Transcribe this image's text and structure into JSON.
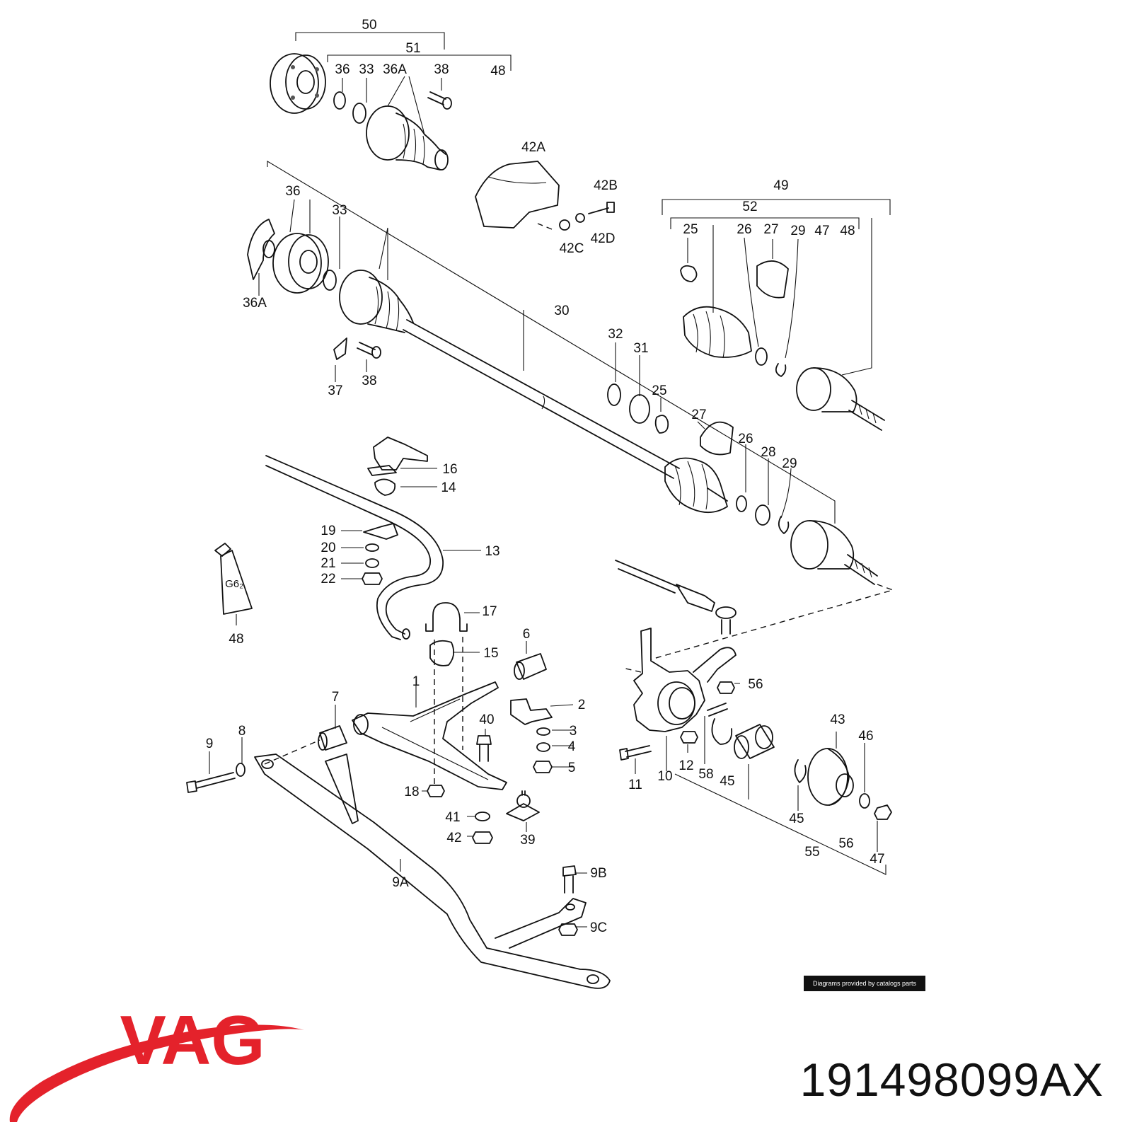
{
  "diagram": {
    "labels": [
      {
        "id": "50",
        "text": "50"
      },
      {
        "id": "51",
        "text": "51"
      },
      {
        "id": "36t",
        "text": "36"
      },
      {
        "id": "33t",
        "text": "33"
      },
      {
        "id": "36At",
        "text": "36A"
      },
      {
        "id": "38t",
        "text": "38"
      },
      {
        "id": "48t",
        "text": "48"
      },
      {
        "id": "42A",
        "text": "42A"
      },
      {
        "id": "42B",
        "text": "42B"
      },
      {
        "id": "42C",
        "text": "42C"
      },
      {
        "id": "42D",
        "text": "42D"
      },
      {
        "id": "36m",
        "text": "36"
      },
      {
        "id": "33m",
        "text": "33"
      },
      {
        "id": "36Am",
        "text": "36A"
      },
      {
        "id": "37",
        "text": "37"
      },
      {
        "id": "38m",
        "text": "38"
      },
      {
        "id": "30",
        "text": "30"
      },
      {
        "id": "32",
        "text": "32"
      },
      {
        "id": "31",
        "text": "31"
      },
      {
        "id": "25m",
        "text": "25"
      },
      {
        "id": "27m",
        "text": "27"
      },
      {
        "id": "26m",
        "text": "26"
      },
      {
        "id": "28m",
        "text": "28"
      },
      {
        "id": "29m",
        "text": "29"
      },
      {
        "id": "49",
        "text": "49"
      },
      {
        "id": "52",
        "text": "52"
      },
      {
        "id": "25r",
        "text": "25"
      },
      {
        "id": "26r",
        "text": "26"
      },
      {
        "id": "27r",
        "text": "27"
      },
      {
        "id": "29r",
        "text": "29"
      },
      {
        "id": "47r",
        "text": "47"
      },
      {
        "id": "48r",
        "text": "48"
      },
      {
        "id": "16",
        "text": "16"
      },
      {
        "id": "14",
        "text": "14"
      },
      {
        "id": "13",
        "text": "13"
      },
      {
        "id": "19",
        "text": "19"
      },
      {
        "id": "20",
        "text": "20"
      },
      {
        "id": "21",
        "text": "21"
      },
      {
        "id": "22",
        "text": "22"
      },
      {
        "id": "48l",
        "text": "48"
      },
      {
        "id": "17",
        "text": "17"
      },
      {
        "id": "15",
        "text": "15"
      },
      {
        "id": "6",
        "text": "6"
      },
      {
        "id": "1",
        "text": "1"
      },
      {
        "id": "2",
        "text": "2"
      },
      {
        "id": "3",
        "text": "3"
      },
      {
        "id": "4",
        "text": "4"
      },
      {
        "id": "5",
        "text": "5"
      },
      {
        "id": "40",
        "text": "40"
      },
      {
        "id": "7",
        "text": "7"
      },
      {
        "id": "8",
        "text": "8"
      },
      {
        "id": "9",
        "text": "9"
      },
      {
        "id": "18",
        "text": "18"
      },
      {
        "id": "41",
        "text": "41"
      },
      {
        "id": "42",
        "text": "42"
      },
      {
        "id": "39",
        "text": "39"
      },
      {
        "id": "9A",
        "text": "9A"
      },
      {
        "id": "9B",
        "text": "9B"
      },
      {
        "id": "9C",
        "text": "9C"
      },
      {
        "id": "56a",
        "text": "56"
      },
      {
        "id": "11",
        "text": "11"
      },
      {
        "id": "10",
        "text": "10"
      },
      {
        "id": "12",
        "text": "12"
      },
      {
        "id": "58",
        "text": "58"
      },
      {
        "id": "45a",
        "text": "45"
      },
      {
        "id": "43",
        "text": "43"
      },
      {
        "id": "46",
        "text": "46"
      },
      {
        "id": "45b",
        "text": "45"
      },
      {
        "id": "56b",
        "text": "56"
      },
      {
        "id": "55",
        "text": "55"
      },
      {
        "id": "47b",
        "text": "47"
      }
    ],
    "grease_tube_text": "G6₂"
  },
  "credit": "Diagrams provided by catalogs parts",
  "brand": {
    "name": "VAG",
    "color": "#e4222b"
  },
  "part_number": "191498099AX"
}
